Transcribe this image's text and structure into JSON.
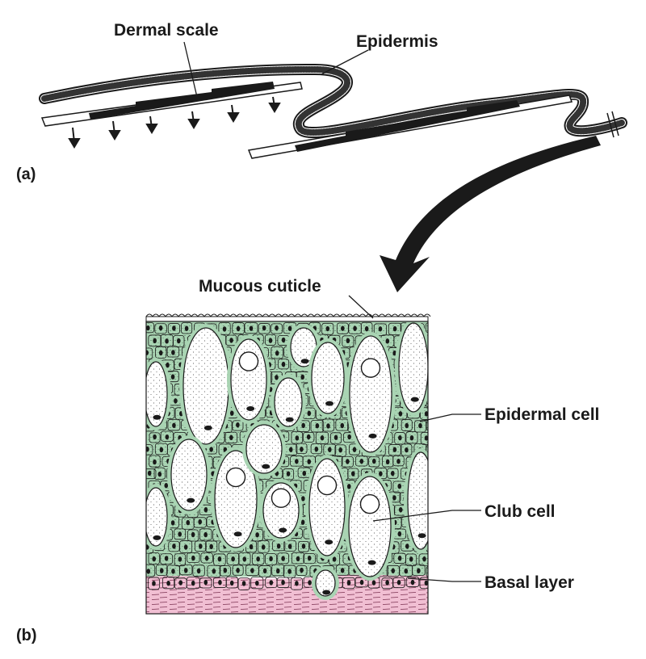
{
  "diagram": {
    "panel_a": {
      "label": "(a)",
      "labels": {
        "dermal_scale": "Dermal scale",
        "epidermis": "Epidermis"
      }
    },
    "panel_b": {
      "label": "(b)",
      "labels": {
        "mucous_cuticle": "Mucous cuticle",
        "epidermal_cell": "Epidermal cell",
        "club_cell": "Club cell",
        "basal_layer": "Basal layer"
      }
    },
    "colors": {
      "epidermis_tissue": "#a9d4b3",
      "basal_layer": "#f1bfd3",
      "club_cell": "#ffffff",
      "ink": "#1a1a1a"
    }
  }
}
